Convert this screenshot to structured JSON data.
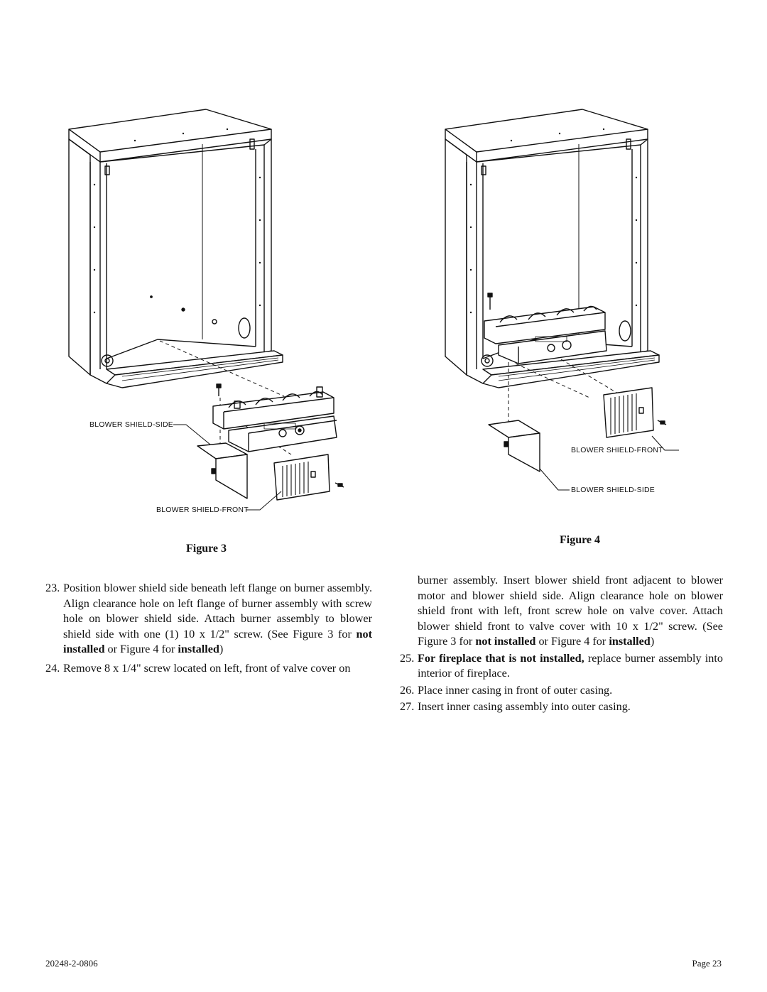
{
  "figure3": {
    "caption": "Figure 3",
    "label_side": "BLOWER SHIELD-SIDE",
    "label_front": "BLOWER SHIELD-FRONT"
  },
  "figure4": {
    "caption": "Figure 4",
    "label_front": "BLOWER SHIELD-FRONT",
    "label_side": "BLOWER SHIELD-SIDE"
  },
  "left_column": {
    "item23": {
      "num": "23.",
      "t1": "Position blower shield side beneath left flange on burner assembly. Align clearance hole on left flange of burner assembly with screw hole on blower shield side. Attach burner assembly to blower shield side with one (1) 10 x 1/2\" screw. (See Figure 3 for ",
      "b1": "not installed",
      "t2": " or Figure 4 for ",
      "b2": "installed",
      "t3": ")"
    },
    "item24": {
      "num": "24.",
      "text": "Remove 8 x 1/4\" screw located on left, front of valve cover on"
    }
  },
  "right_column": {
    "continuation": {
      "t1": "burner assembly. Insert blower shield front adjacent to blower motor and blower shield side. Align clearance hole on blower shield front with left, front screw hole on valve cover. Attach blower shield front to valve cover with 10 x 1/2\" screw. (See Figure 3 for ",
      "b1": "not installed",
      "t2": " or Figure 4 for ",
      "b2": "installed",
      "t3": ")"
    },
    "item25": {
      "num": "25.",
      "bold": "For fireplace that is not installed,",
      "text": " replace burner assembly into interior of fireplace."
    },
    "item26": {
      "num": "26.",
      "text": "Place inner casing in front of outer casing."
    },
    "item27": {
      "num": "27.",
      "text": "Insert inner casing assembly into outer casing."
    }
  },
  "footer": {
    "doc_number": "20248-2-0806",
    "page": "Page 23"
  }
}
